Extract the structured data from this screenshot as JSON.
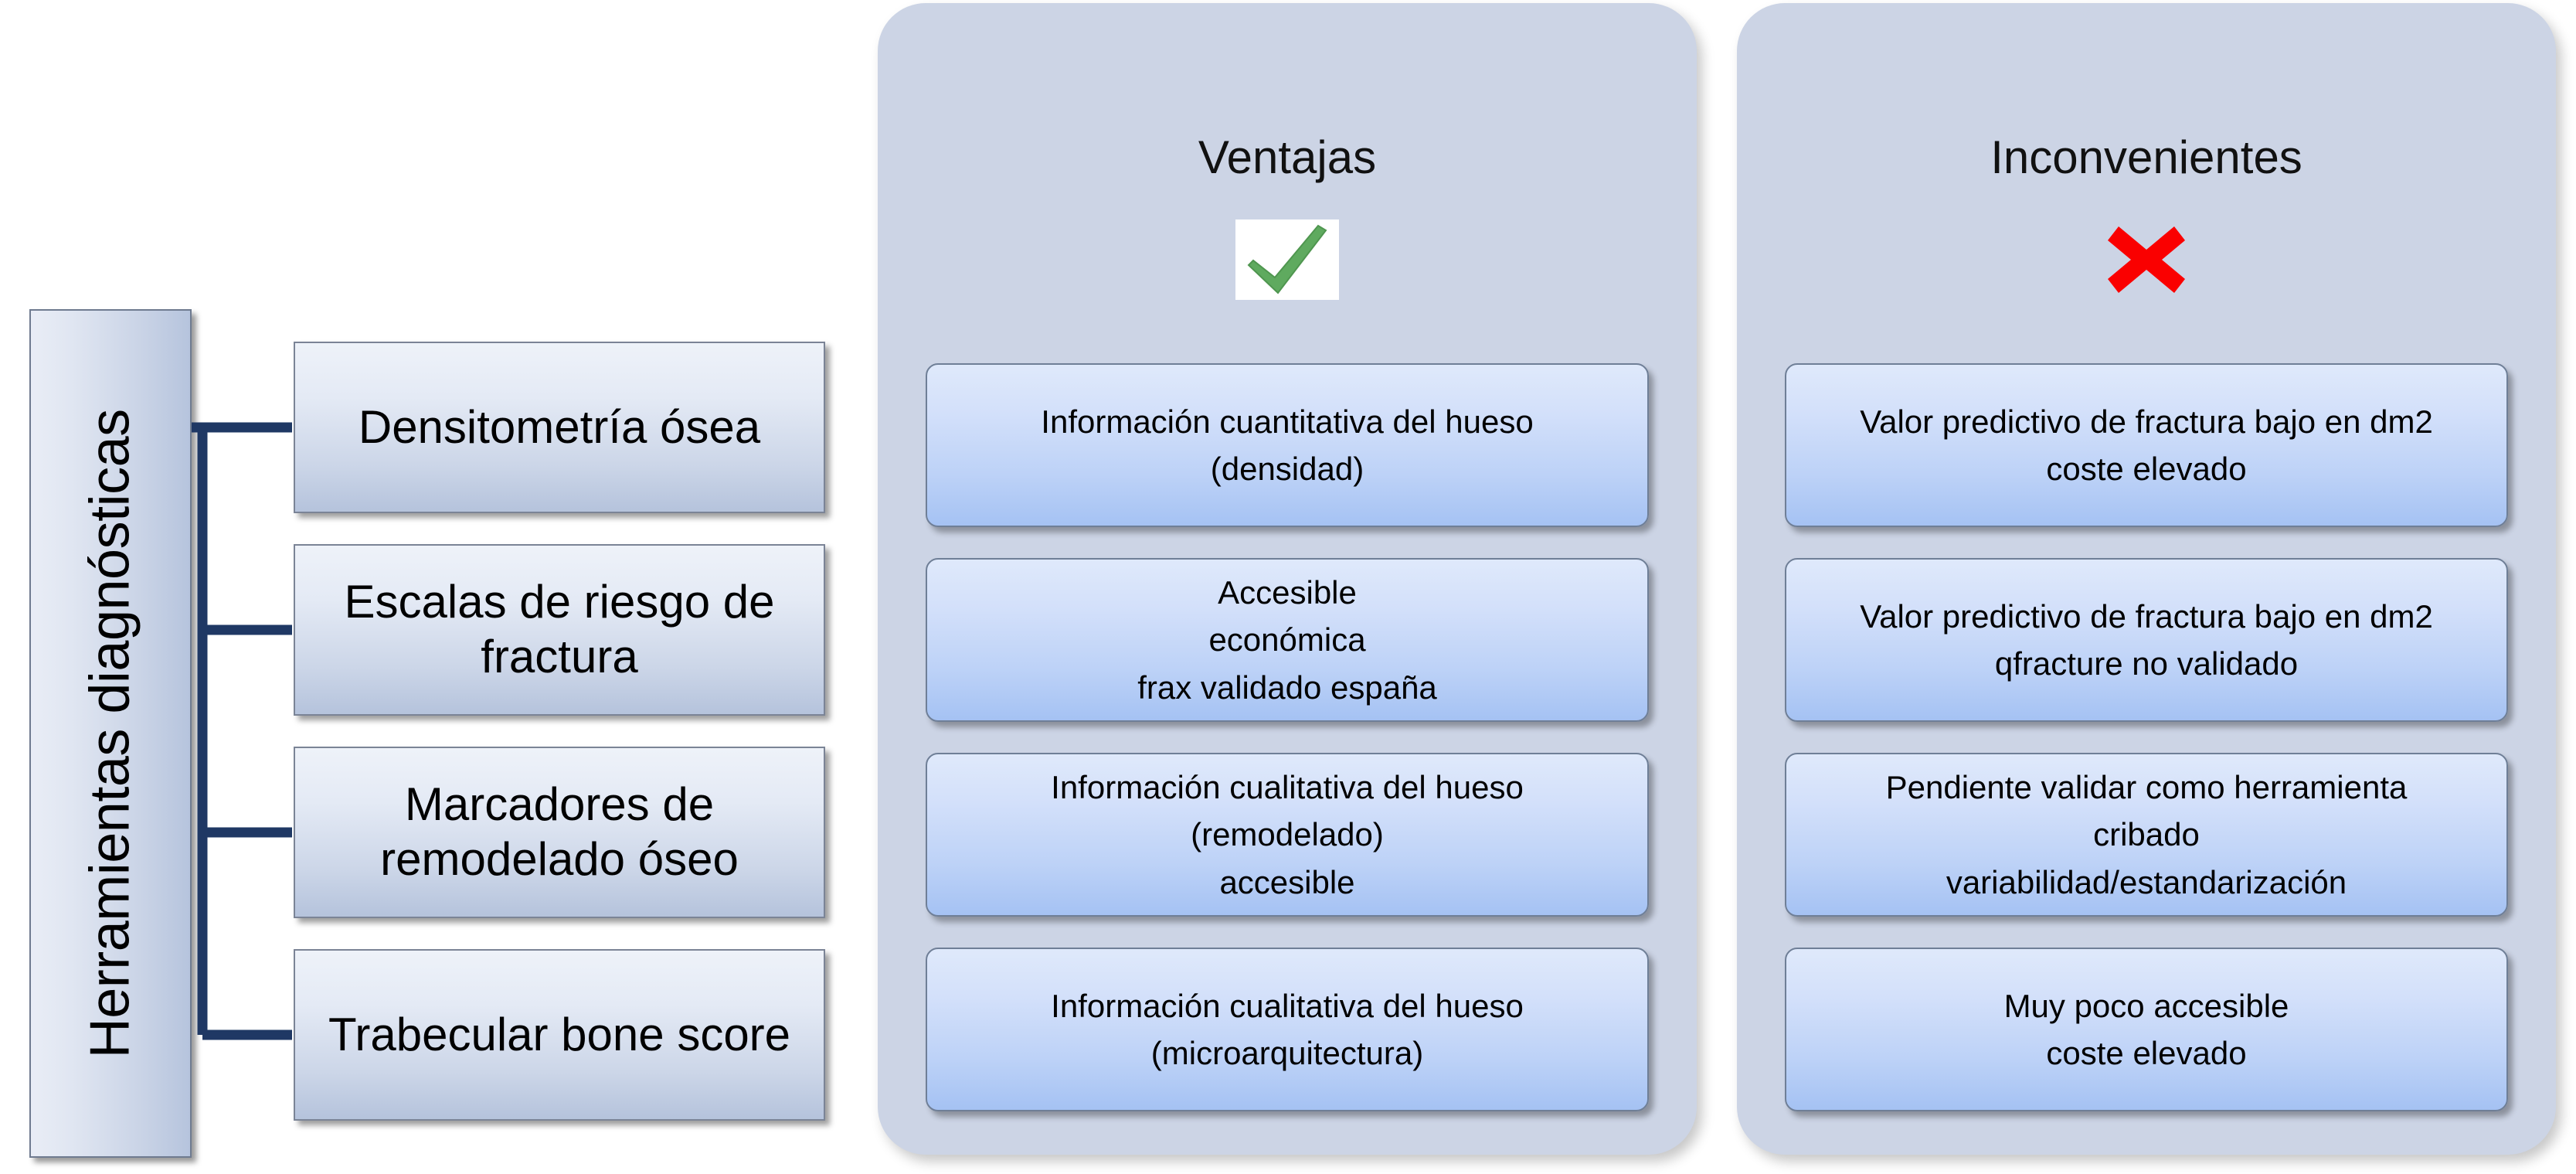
{
  "root": {
    "label": "Herramientas\ndiagnósticas"
  },
  "tools": [
    {
      "label": "Densitometría ósea"
    },
    {
      "label": "Escalas de riesgo de fractura"
    },
    {
      "label": "Marcadores de remodelado óseo"
    },
    {
      "label": "Trabecular bone score"
    }
  ],
  "panels": [
    {
      "title": "Ventajas",
      "icon": "green-check-icon",
      "icon_color": "#5faa5f",
      "items": [
        {
          "text": "Información cuantitativa del hueso\n(densidad)"
        },
        {
          "text": "Accesible\neconómica\nfrax validado españa"
        },
        {
          "text": "Información cualitativa del hueso\n(remodelado)\naccesible"
        },
        {
          "text": "Información cualitativa del hueso\n(microarquitectura)"
        }
      ]
    },
    {
      "title": "Inconvenientes",
      "icon": "red-cross-icon",
      "icon_color": "#fa0000",
      "items": [
        {
          "text": "Valor predictivo de fractura bajo en dm2\ncoste elevado"
        },
        {
          "text": "Valor predictivo de fractura bajo en dm2\nqfracture no validado"
        },
        {
          "text": "Pendiente validar como herramienta\ncribado\nvariabilidad/estandarización"
        },
        {
          "text": "Muy poco accesible\ncoste elevado"
        }
      ]
    }
  ],
  "colors": {
    "connector": "#1F3864",
    "panel_background": "#ccd4e5",
    "card_top": "#dfe9fb",
    "card_bottom": "#a5c2f3",
    "tool_box_top": "#eef2f9",
    "tool_box_bottom": "#b5c3dc"
  }
}
